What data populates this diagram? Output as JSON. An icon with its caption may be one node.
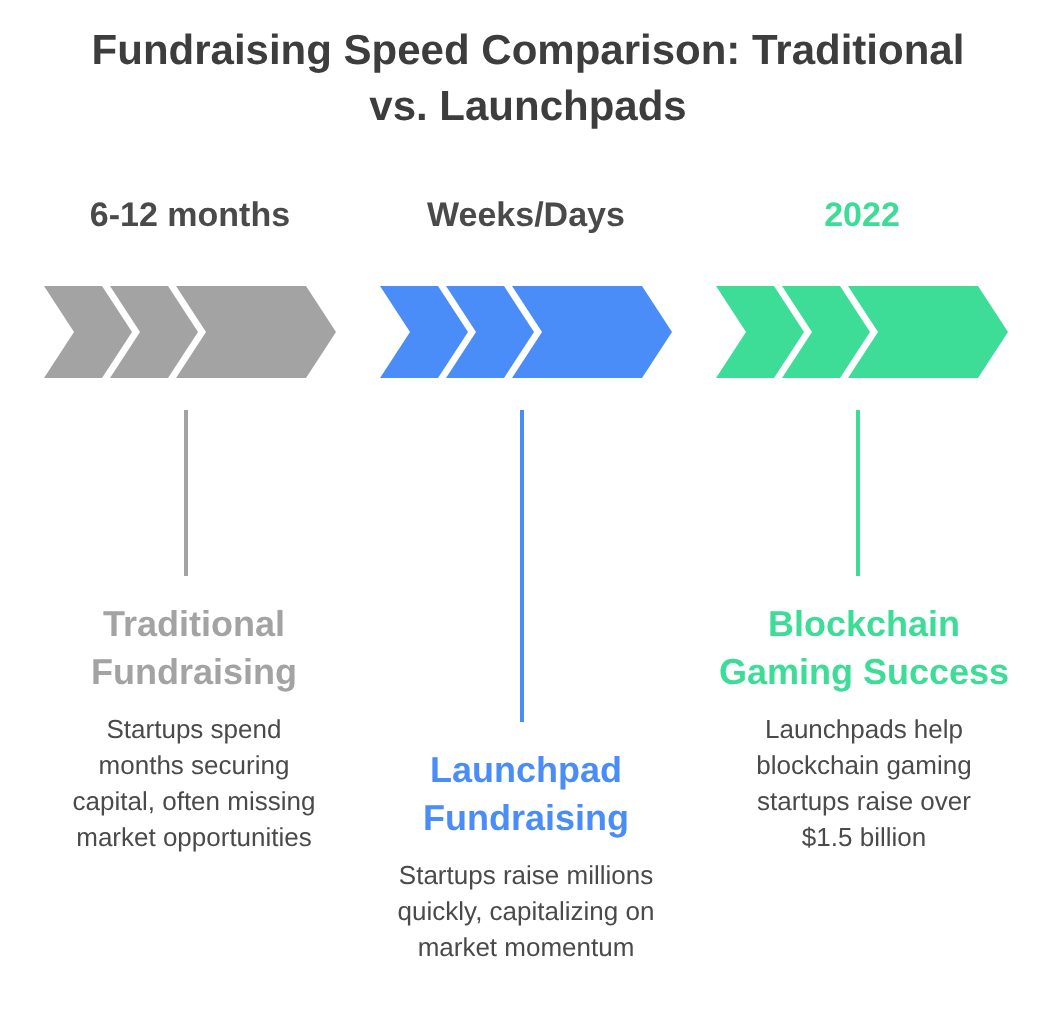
{
  "diagram": {
    "title": "Fundraising Speed Comparison: Traditional vs. Launchpads",
    "nodes": [
      {
        "text": [],
        "shape": "arrow",
        "beside": [
          "6-12 months"
        ]
      },
      {
        "text": [
          "Traditional Fundraising",
          "Startups spend months securing capital, often missing market opportunities"
        ]
      },
      {
        "text": [],
        "shape": "arrow",
        "beside": [
          "Weeks/Days"
        ]
      },
      {
        "text": [
          "Launchpad Fundraising",
          "Startups raise millions quickly, capitalizing on market momentum"
        ]
      },
      {
        "text": [],
        "shape": "arrow",
        "beside": [
          "2022"
        ]
      },
      {
        "text": [
          "Blockchain Gaming Success",
          "Launchpads help blockchain gaming startups raise over $1.5 billion"
        ]
      }
    ],
    "edges": [
      {
        "from": 0,
        "to": 1,
        "arrow": "none",
        "color": "#a3a3a3"
      },
      {
        "from": 2,
        "to": 3,
        "arrow": "none",
        "color": "#4a8df8"
      },
      {
        "from": 4,
        "to": 5,
        "arrow": "none",
        "color": "#3ddc97"
      }
    ]
  }
}
